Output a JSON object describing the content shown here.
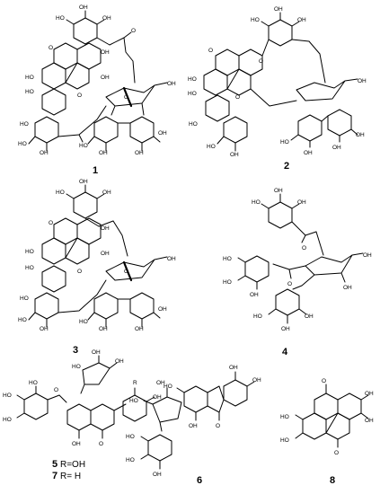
{
  "compounds": [
    {
      "label": "1"
    },
    {
      "label": "2"
    },
    {
      "label": "3"
    },
    {
      "label": "4"
    },
    {
      "label": "5"
    },
    {
      "label": "6"
    },
    {
      "label": "8"
    }
  ],
  "substituents": {
    "line_5": "R=OH",
    "line_7": "R= H",
    "num_5": "5",
    "num_7": "7",
    "r_marker": "R"
  },
  "atoms": {
    "oh": "OH",
    "ho": "HO",
    "o": "O"
  }
}
